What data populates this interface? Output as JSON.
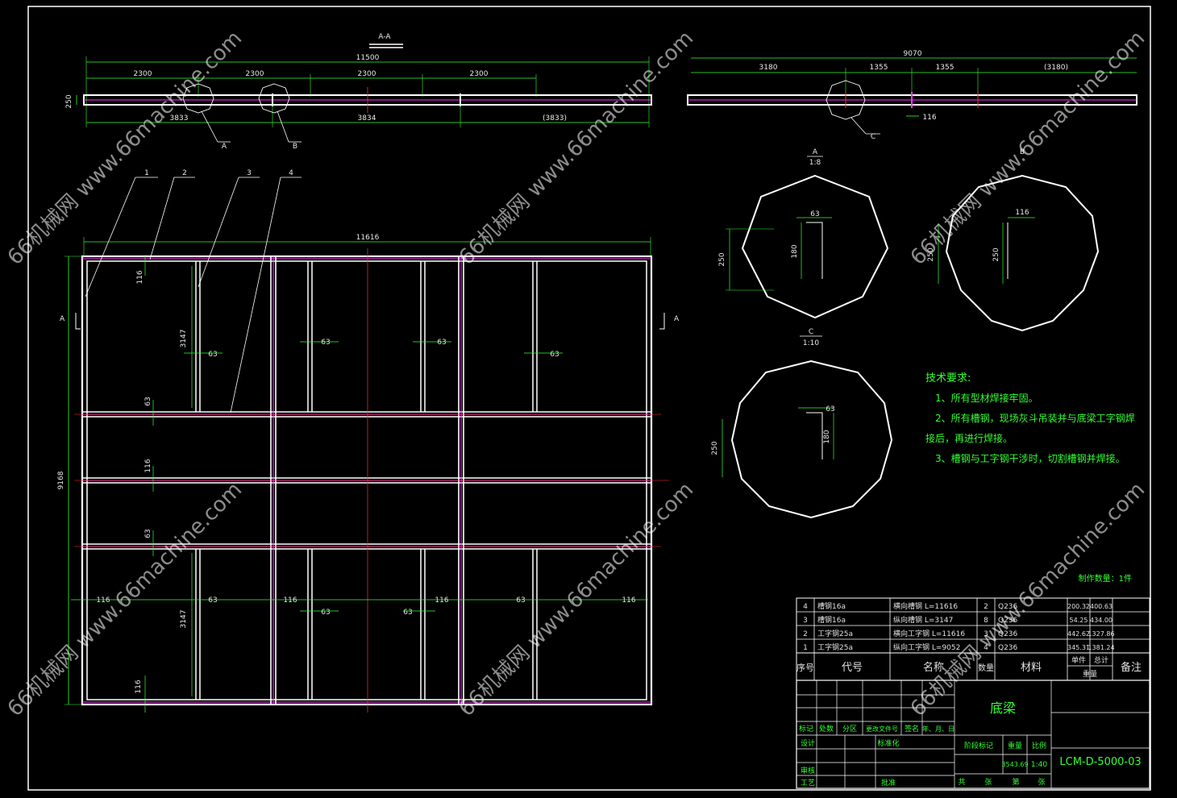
{
  "section_view": {
    "label": "A-A",
    "overall": "11500",
    "top_spans": [
      "2300",
      "2300",
      "2300",
      "2300"
    ],
    "bottom_spans": [
      "3833",
      "3834",
      "(3833)"
    ],
    "height": "250",
    "detail_a": "A",
    "detail_b": "B"
  },
  "side_view": {
    "overall": "9070",
    "spans": [
      "3180",
      "1355",
      "1355",
      "(3180)"
    ],
    "bottom": "116",
    "detail_c": "C"
  },
  "details": [
    {
      "title": "A",
      "scale": "1:8",
      "d1": "63",
      "d2": "180",
      "d3": "250"
    },
    {
      "title": "B",
      "scale": "",
      "d1": "116",
      "d2": "250",
      "d3": "250"
    },
    {
      "title": "C",
      "scale": "1:10",
      "d1": "63",
      "d2": "180",
      "d3": "250"
    }
  ],
  "plan": {
    "width": "11616",
    "height": "9168",
    "section_mark": "A",
    "leaders": [
      "1",
      "2",
      "3",
      "4"
    ],
    "dims": {
      "d116": "116",
      "d63": "63",
      "d3147": "3147"
    }
  },
  "tech_requirements": {
    "title": "技术要求:",
    "items": [
      "1、所有型材焊接牢固。",
      "2、所有槽钢，现场灰斗吊装并与底梁工字钢焊",
      "接后，再进行焊接。",
      "3、槽钢与工字钢干涉时，切割槽钢并焊接。"
    ]
  },
  "production_qty": "制作数量：1件",
  "bom": {
    "rows": [
      {
        "no": "4",
        "code": "槽钢16a",
        "name": "横向槽钢  L=11616",
        "qty": "2",
        "material": "Q236",
        "unit": "200.32",
        "total": "400.63"
      },
      {
        "no": "3",
        "code": "槽钢16a",
        "name": "纵向槽钢  L=3147",
        "qty": "8",
        "material": "Q236",
        "unit": "54.25",
        "total": "434.00"
      },
      {
        "no": "2",
        "code": "工字钢25a",
        "name": "横向工字钢  L=11616",
        "qty": "3",
        "material": "Q236",
        "unit": "442.62",
        "total": "1327.86"
      },
      {
        "no": "1",
        "code": "工字钢25a",
        "name": "纵向工字钢  L=9052",
        "qty": "4",
        "material": "Q236",
        "unit": "345.31",
        "total": "1381.24"
      }
    ],
    "headers": {
      "no": "序号",
      "code": "代号",
      "name": "名称",
      "qty": "数量",
      "material": "材料",
      "unit": "单件",
      "total": "总计",
      "weight": "重量",
      "remark": "备注"
    }
  },
  "title_block": {
    "part_name": "底梁",
    "drawing_no": "LCM-D-5000-03",
    "weight": "3543.69",
    "scale": "1:40",
    "labels": {
      "mark": "标记",
      "count": "处数",
      "zone": "分区",
      "change_doc": "更改文件号",
      "sign": "签名",
      "date": "年、月、日",
      "design": "设计",
      "standard": "标准化",
      "stage": "阶段标记",
      "weight": "重量",
      "scale": "比例",
      "review": "审核",
      "process": "工艺",
      "approve": "批准",
      "total_sheets": "共",
      "sheets": "张",
      "sheet_no": "第",
      "sheet": "张"
    }
  },
  "watermark": {
    "site": "66机械网 www.66machine.com"
  },
  "colors": {
    "background": "#000000",
    "line": "#ffffff",
    "accent": "#ff33ff",
    "text_green": "#33ff33",
    "center": "#ff3333"
  }
}
